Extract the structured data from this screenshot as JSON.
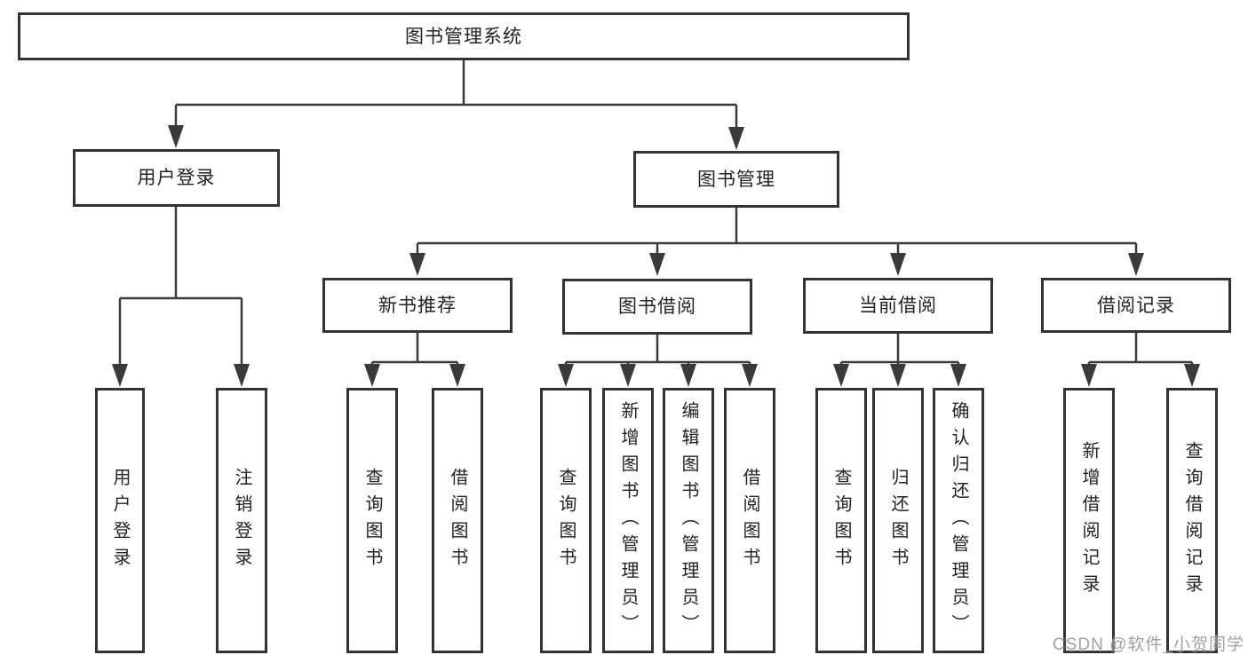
{
  "diagram": {
    "root": {
      "label": "图书管理系统"
    },
    "branches": [
      {
        "label": "用户登录",
        "children": [
          {
            "label": "用户登录"
          },
          {
            "label": "注销登录"
          }
        ]
      },
      {
        "label": "图书管理",
        "children": [
          {
            "label": "新书推荐",
            "children": [
              {
                "label": "查询图书"
              },
              {
                "label": "借阅图书"
              }
            ]
          },
          {
            "label": "图书借阅",
            "children": [
              {
                "label": "查询图书"
              },
              {
                "label": "新增图书（管理员）"
              },
              {
                "label": "编辑图书（管理员）"
              },
              {
                "label": "借阅图书"
              }
            ]
          },
          {
            "label": "当前借阅",
            "children": [
              {
                "label": "查询图书"
              },
              {
                "label": "归还图书"
              },
              {
                "label": "确认归还（管理员）"
              }
            ]
          },
          {
            "label": "借阅记录",
            "children": [
              {
                "label": "新增借阅记录"
              },
              {
                "label": "查询借阅记录"
              }
            ]
          }
        ]
      }
    ]
  },
  "watermark": {
    "text": "CSDN @软件_小贺同学"
  },
  "colors": {
    "line": "#3a3a3a",
    "box_border": "#333333",
    "text": "#222222",
    "background": "#ffffff",
    "watermark": "#919191"
  }
}
